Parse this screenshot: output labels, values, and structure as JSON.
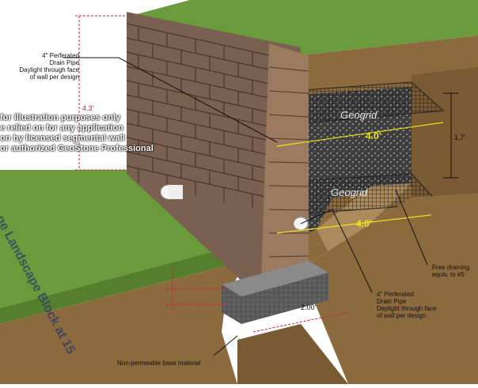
{
  "diagram": {
    "colors": {
      "grass": "#6a9a3c",
      "grass_dark": "#4f7c2a",
      "soil": "#8b6a3e",
      "soil_dark": "#6e5230",
      "block": "#7a6050",
      "gravel": "#4a4a4a",
      "geogrid": "#2b2b2b",
      "dimension": "#d81b3a",
      "highlight": "#f2e21a"
    },
    "labels": {
      "drain_top": [
        "4\" Perferated",
        "Drain Pipe",
        "Daylight through face",
        "of wall per design"
      ],
      "drain_bottom": [
        "4\" Perferated",
        "Drain Pipe",
        "Daylight through face",
        "of wall per design"
      ],
      "free_draining": [
        "Free draining",
        "equiv. to #5"
      ],
      "base_material": "Non-permeable base material"
    },
    "dimensions": {
      "wall_height": "4.3'",
      "geogrid_length_upper": "4.0'",
      "geogrid_length_lower": "4.0'",
      "geogrid_spacing": "1.7'",
      "base_width": "2.00'"
    },
    "geogrid_text": [
      "Geogrid",
      "Geogrid"
    ],
    "disclaimer": [
      "for illustration purposes only",
      "e relied on for any application",
      "on by licensed segmental wall",
      "or authorized GeoStone Professional"
    ],
    "side_text": "ge Landscape Block  at 15"
  }
}
